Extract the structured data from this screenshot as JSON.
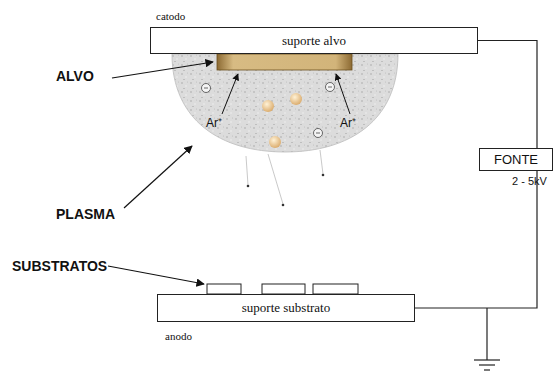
{
  "diagram": {
    "nodes": [
      {
        "text": [
          "suporte alvo"
        ]
      },
      {
        "text": [
          "FONTE"
        ]
      },
      {
        "text": [
          "suporte substrato"
        ]
      }
    ],
    "edges": [
      {
        "from": 0,
        "to": 1,
        "arrow": "none"
      },
      {
        "from": 1,
        "to": 2,
        "arrow": "none"
      }
    ],
    "labels": [
      "catodo",
      "ALVO",
      "Ar⁺",
      "Ar⁺",
      "PLASMA",
      "SUBSTRATOS",
      "2 - 5kV",
      "anodo"
    ]
  }
}
